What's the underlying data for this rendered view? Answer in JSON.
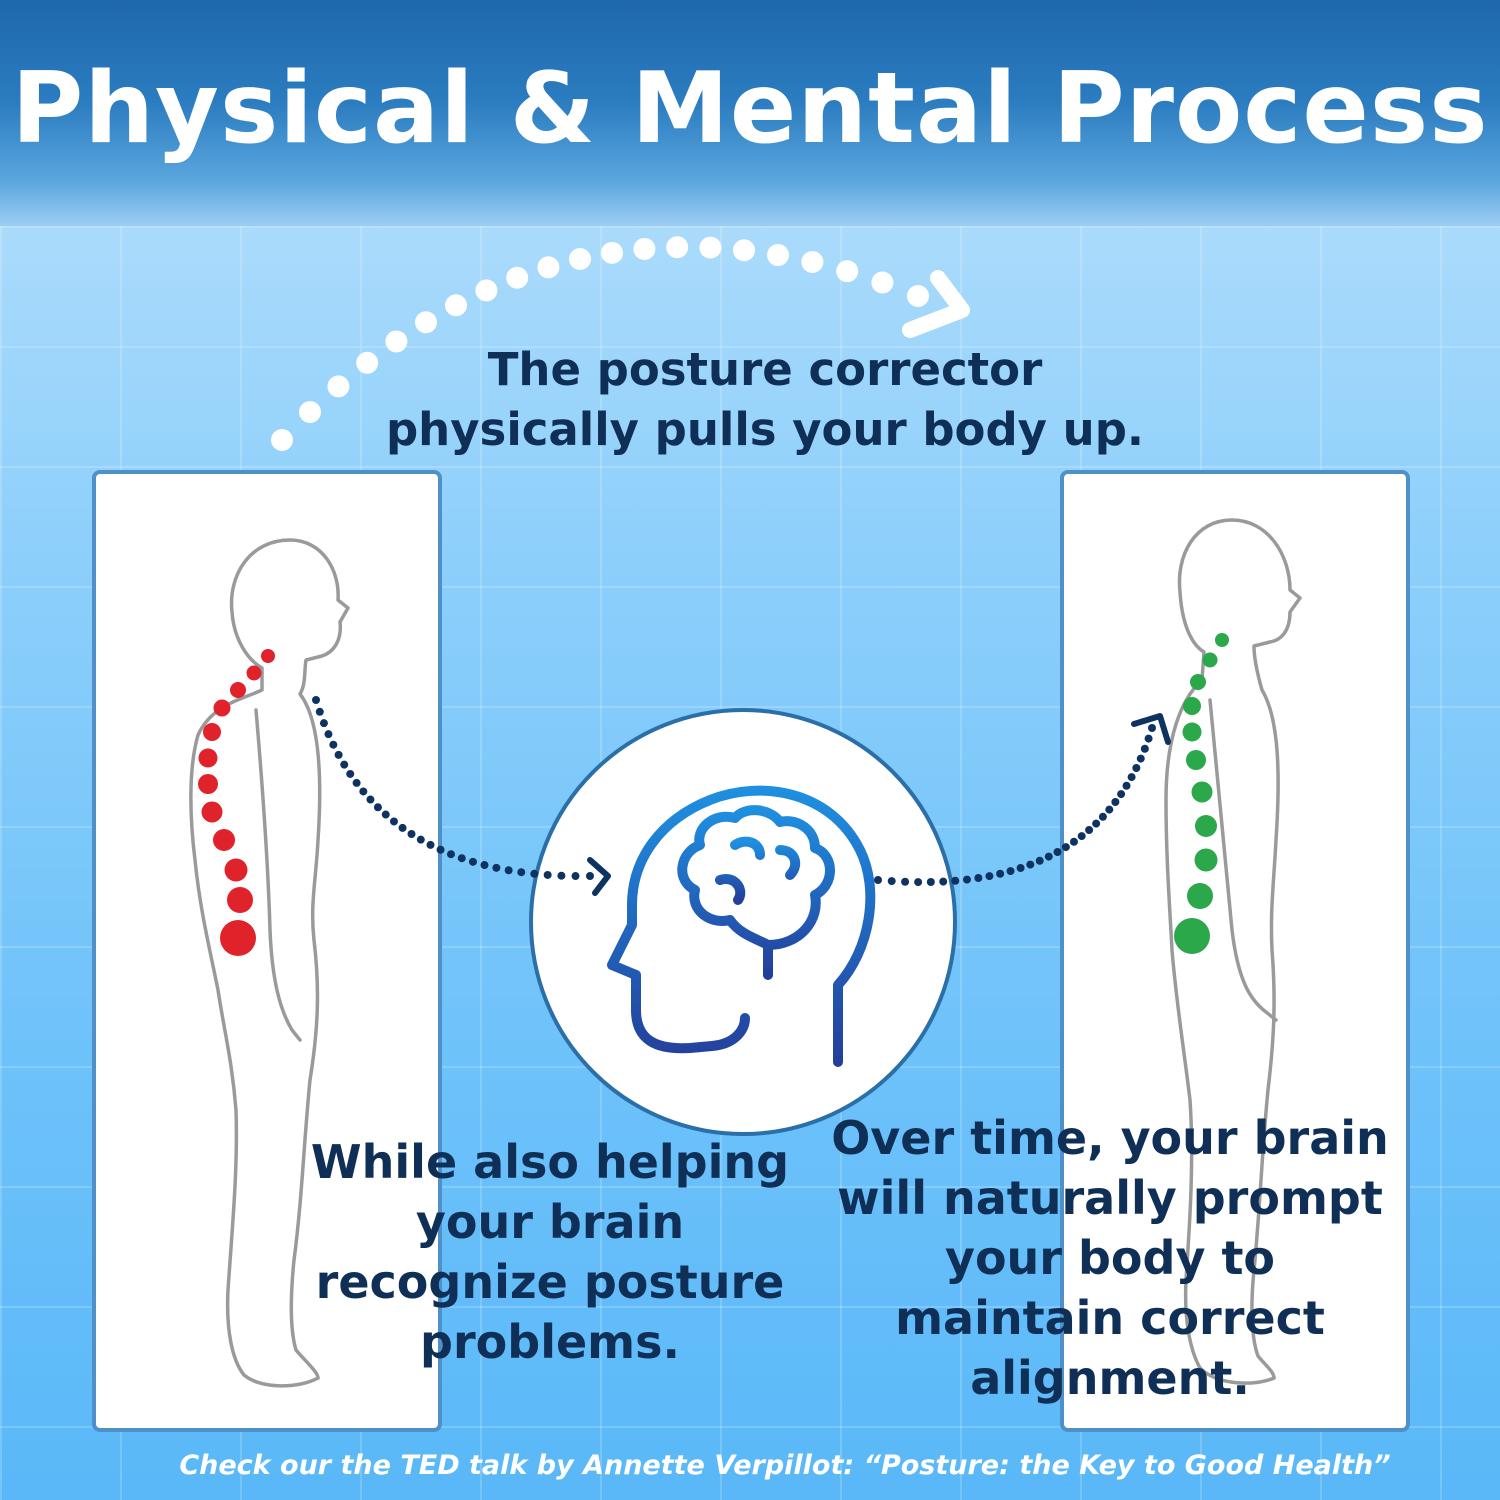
{
  "title": "Physical & Mental Process",
  "steps": {
    "physical": "The posture corrector physically pulls your body up.",
    "recognize": "While also helping your brain recognize posture problems.",
    "maintain": "Over time, your brain will naturally prompt your body to maintain correct alignment."
  },
  "footer": "Check our the TED talk by Annette Verpillot: “Posture: the Key to Good Health”",
  "colors": {
    "bad_spine": "#e0232b",
    "good_spine": "#2aa84a",
    "text": "#0f2f57",
    "brain_icon": "#1e63c2"
  },
  "icons": [
    "brain-head-icon",
    "arrow-icon"
  ]
}
